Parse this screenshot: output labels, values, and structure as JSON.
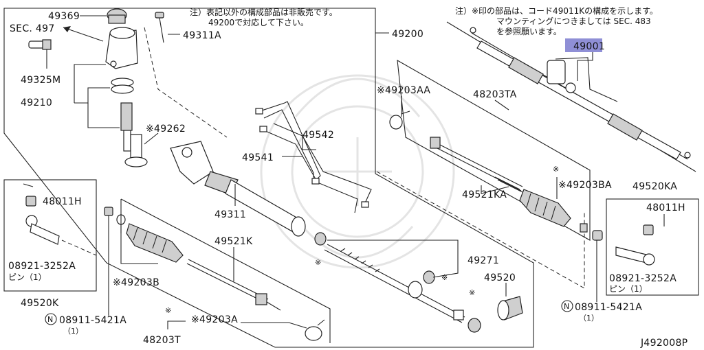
{
  "diagram": {
    "notes": {
      "left_line1": "注）表記以外の構成部品は非販売です。",
      "left_line2": "49200で対応して下さい。",
      "right_line1": "注）※印の部品は、コード49011Kの構成を示します。",
      "right_line2": "マウンティングにつきましては SEC. 483",
      "right_line3": "を参照願います。"
    },
    "highlight": {
      "label": "49001",
      "color": "#8f8fd6"
    },
    "labels": {
      "p49369": "49369",
      "sec497": "SEC. 497",
      "p49311a": "49311A",
      "p49325m": "49325M",
      "p49210": "49210",
      "p49262": "※49262",
      "p49200": "49200",
      "p49203aa": "※49203AA",
      "p48203ta": "48203TA",
      "p49542": "49542",
      "p49541": "49541",
      "p49203ba": "※49203BA",
      "p49520ka": "49520KA",
      "p49311": "49311",
      "p49521ka": "49521KA",
      "p48011h_l": "48011H",
      "p48011h_r": "48011H",
      "p49521k": "49521K",
      "p49271": "49271",
      "p08921_l": "08921-3252A",
      "pin_l": "ピン（1）",
      "p08921_r": "08921-3252A",
      "pin_r": "ピン（1）",
      "p49203b": "※49203B",
      "p49520": "49520",
      "p49520k": "49520K",
      "n_marker_l": "N",
      "p08911_l": "08911-5421A",
      "qty_l": "（1）",
      "n_marker_r": "N",
      "p08911_r": "08911-5421A",
      "qty_r": "（1）",
      "p49203a": "※49203A",
      "p48203t": "48203T",
      "ref": "J492008P",
      "star": "※"
    }
  }
}
